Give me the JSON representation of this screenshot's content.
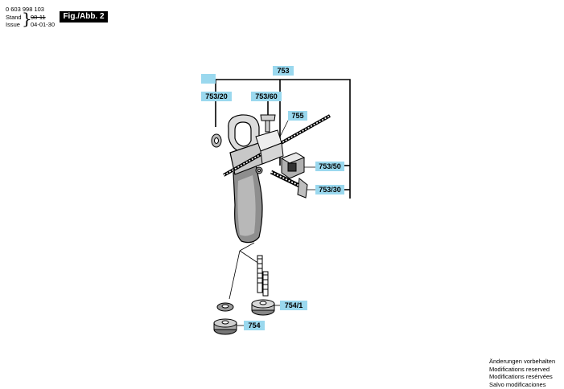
{
  "header": {
    "part_number": "0 603 998 103",
    "stand_label": "Stand",
    "stand_old_date": "98-11",
    "issue_label": "Issue",
    "issue_date": "04-01-30",
    "fig_tag": "Fig./Abb. 2"
  },
  "callouts": {
    "c753": "753",
    "c753_20": "753/20",
    "c753_60": "753/60",
    "c755": "755",
    "c753_50": "753/50",
    "c753_30": "753/30",
    "c754_1": "754/1",
    "c754": "754"
  },
  "footer": {
    "line1": "Änderungen vorbehalten",
    "line2": "Modifications reserved",
    "line3": "Modifications resérvées",
    "line4": "Salvo modificaciones"
  },
  "colors": {
    "label_bg": "#9ad8ee",
    "ink": "#000000"
  }
}
